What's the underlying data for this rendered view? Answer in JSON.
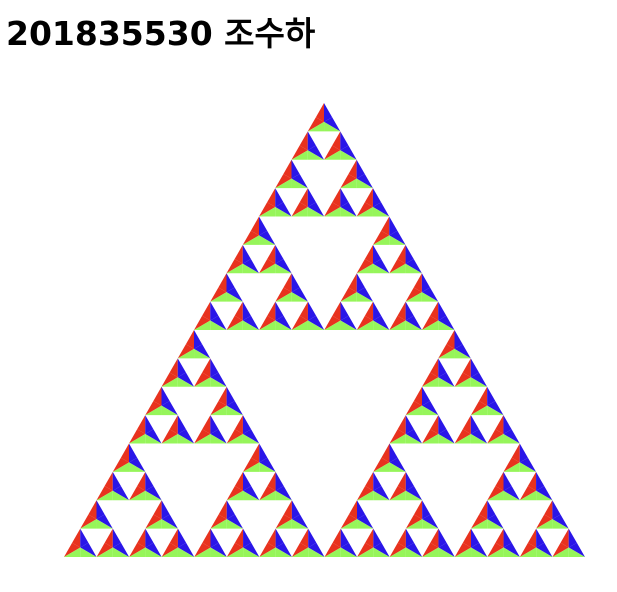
{
  "page": {
    "title": "201835530 조수하"
  },
  "fractal": {
    "kind": "sierpinski-triangle",
    "depth": 4,
    "colors": {
      "red": "#e8321e",
      "blue": "#2a16e8",
      "green": "#96f55a",
      "background": "#ffffff"
    }
  }
}
